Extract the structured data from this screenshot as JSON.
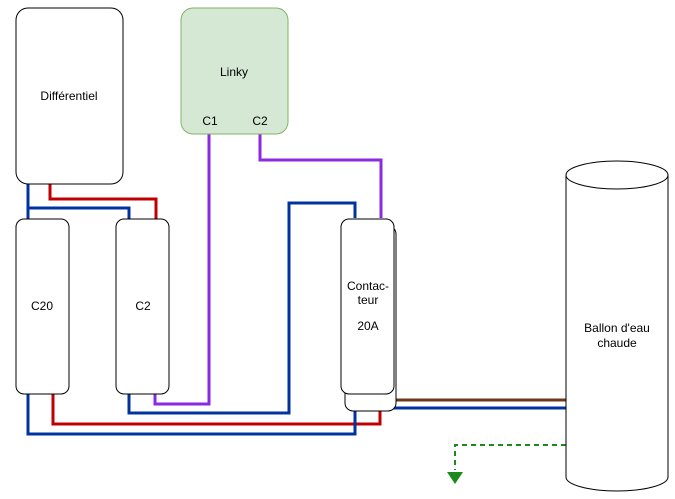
{
  "labels": {
    "differentiel": "Différentiel",
    "linky": "Linky",
    "linky_c1": "C1",
    "linky_c2": "C2",
    "c20": "C20",
    "c2": "C2",
    "contacteur_line1": "Contac-",
    "contacteur_line2": "teur",
    "contacteur_rating": "20A",
    "ballon_line1": "Ballon d'eau",
    "ballon_line2": "chaude"
  },
  "colors": {
    "phase": "#c00000",
    "neutral": "#0033a0",
    "control": "#8a2be2",
    "earth": "#1a8a1a",
    "heater_line": "#6b3a1a",
    "linky_fill": "#d5e8d4",
    "linky_stroke": "#82b366"
  }
}
